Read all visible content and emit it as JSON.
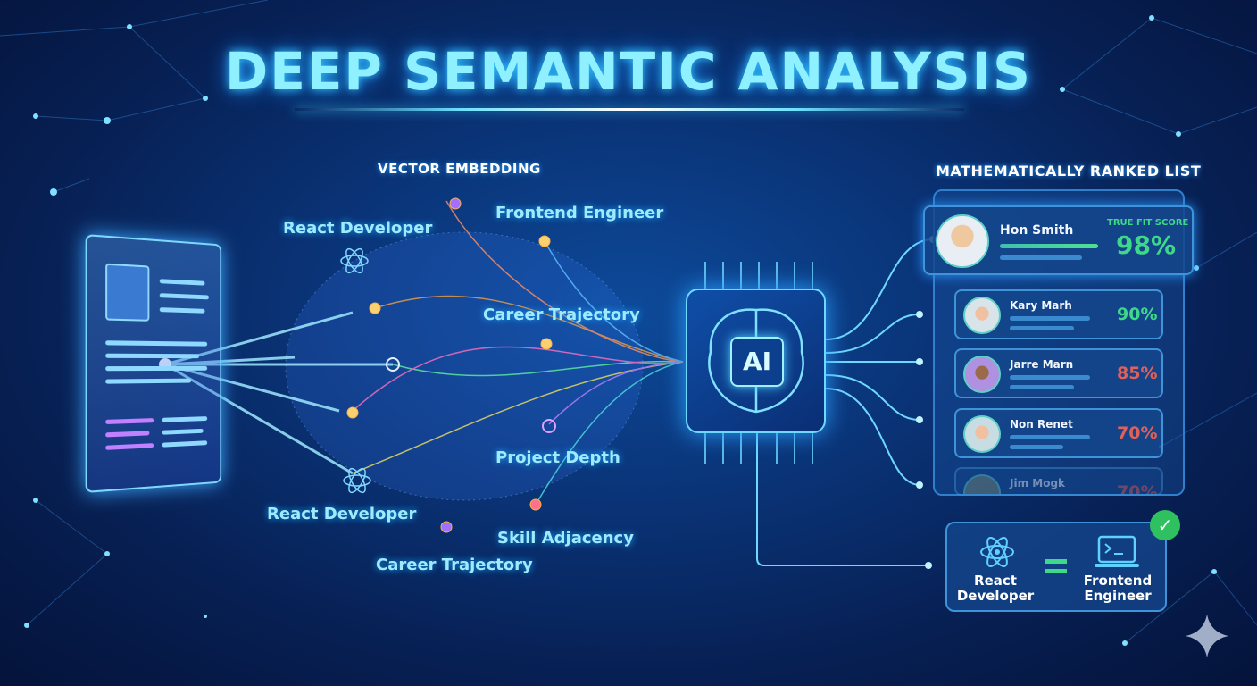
{
  "title": "DEEP SEMANTIC ANALYSIS",
  "embedding": {
    "heading": "VECTOR EMBEDDING",
    "labels": [
      "React Developer",
      "Frontend Engineer",
      "Career Trajectory",
      "Project Depth",
      "React Developer",
      "Skill Adjacency",
      "Career Trajectory"
    ]
  },
  "chip": {
    "label": "AI"
  },
  "ranked": {
    "heading": "MATHEMATICALLY RANKED LIST",
    "score_label": "TRUE FIT SCORE",
    "top": {
      "name": "Hon Smith",
      "score": "98%"
    },
    "rows": [
      {
        "name": "Kary Marh",
        "score": "90%",
        "color": "#3fd88a"
      },
      {
        "name": "Jarre Marn",
        "score": "85%",
        "color": "#e0605a"
      },
      {
        "name": "Non Renet",
        "score": "70%",
        "color": "#e0605a"
      },
      {
        "name": "Jim Mogk",
        "score": "70%",
        "color": "#e0605a"
      }
    ]
  },
  "equivalence": {
    "left": "React Developer",
    "right": "Frontend Engineer"
  },
  "colors": {
    "accent": "#8ff0ff",
    "good": "#3fd88a",
    "bad": "#e0605a"
  }
}
